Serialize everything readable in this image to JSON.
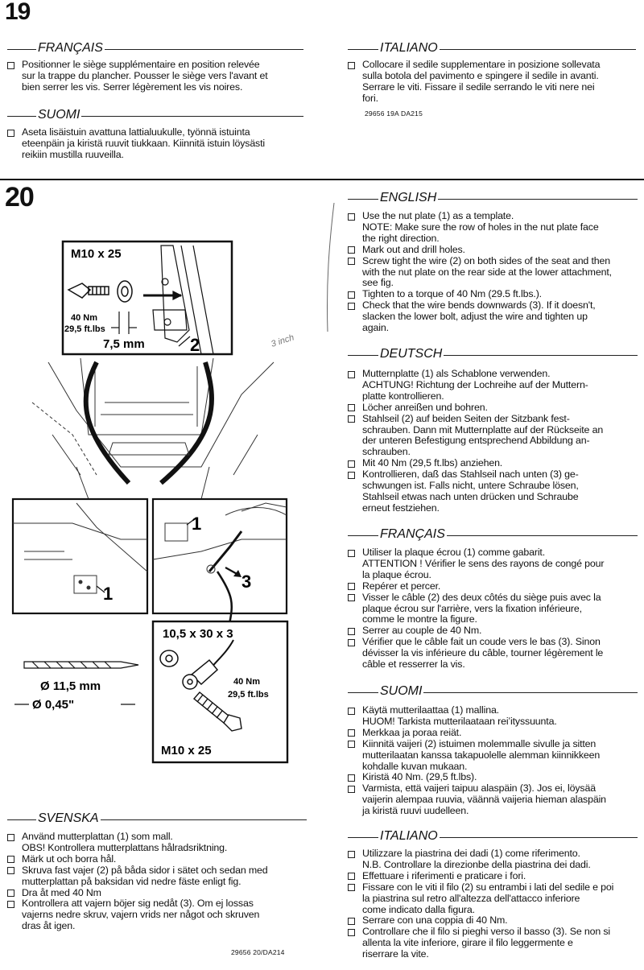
{
  "step19": {
    "number": "19",
    "francais": {
      "lang": "FRANÇAIS",
      "items": [
        {
          "lines": [
            "Positionner le siège supplémentaire en position relevée",
            "sur la trappe du plancher. Pousser le siège vers l'avant et",
            "bien serrer les vis. Serrer légèrement les vis noires."
          ]
        }
      ]
    },
    "suomi": {
      "lang": "SUOMI",
      "items": [
        {
          "lines": [
            "Aseta lisäistuin avattuna lattialuukulle, työnnä istuinta",
            "eteenpäin ja kiristä ruuvit tiukkaan. Kiinnitä istuin löysästi",
            "reikiin mustilla ruuveilla."
          ]
        }
      ]
    },
    "italiano": {
      "lang": "ITALIANO",
      "items": [
        {
          "lines": [
            "Collocare il sedile supplementare in posizione sollevata",
            "sulla botola del pavimento e spingere il sedile in avanti.",
            "Serrare le viti. Fissare il sedile serrando le viti nere nei",
            "fori."
          ]
        }
      ]
    },
    "ref": "29656 19A DA215"
  },
  "step20": {
    "number": "20",
    "figure": {
      "bolt_top": "M10 x 25",
      "torque_nm": "40 Nm",
      "torque_ftlbs": "29,5 ft.lbs",
      "gap": "7,5 mm",
      "callout_2": "2",
      "callout_1a": "1",
      "callout_1b": "1",
      "callout_3": "3",
      "drill_mm": "Ø 11,5 mm",
      "drill_in": "Ø 0,45\"",
      "washer": "10,5 x 30 x 3",
      "torque2_nm": "40 Nm",
      "torque2_ftlbs": "29,5 ft.lbs",
      "bolt_bottom": "M10 x 25"
    },
    "handwriting": "3 inch",
    "english": {
      "lang": "ENGLISH",
      "items": [
        {
          "lines": [
            "Use the nut plate (1) as a template.",
            "NOTE: Make sure the row of holes in the nut plate face",
            "the right direction."
          ]
        },
        {
          "lines": [
            "Mark out and drill holes."
          ]
        },
        {
          "lines": [
            "Screw tight the wire (2) on both sides of the seat and then",
            "with the nut plate on the rear side at the lower attachment,",
            "see fig."
          ]
        },
        {
          "lines": [
            "Tighten to a torque of 40 Nm (29.5 ft.lbs.)."
          ]
        },
        {
          "lines": [
            "Check that the wire bends downwards (3). If it doesn't,",
            "slacken the lower bolt, adjust the wire and tighten up",
            "again."
          ]
        }
      ]
    },
    "deutsch": {
      "lang": "DEUTSCH",
      "items": [
        {
          "lines": [
            "Mutternplatte (1) als Schablone verwenden.",
            "ACHTUNG! Richtung der Lochreihe auf der Muttern-",
            "platte kontrollieren."
          ]
        },
        {
          "lines": [
            "Löcher anreißen und bohren."
          ]
        },
        {
          "lines": [
            "Stahlseil (2) auf beiden Seiten der Sitzbank fest-",
            "schrauben. Dann mit Mutternplatte auf der Rückseite an",
            "der unteren Befestigung entsprechend Abbildung an-",
            "schrauben."
          ]
        },
        {
          "lines": [
            "Mit 40 Nm (29,5 ft.lbs) anziehen."
          ]
        },
        {
          "lines": [
            "Kontrollieren, daß das Stahlseil nach unten (3) ge-",
            "schwungen ist. Falls nicht, untere Schraube lösen,",
            "Stahlseil etwas nach unten drücken und Schraube",
            "erneut festziehen."
          ]
        }
      ]
    },
    "francais": {
      "lang": "FRANÇAIS",
      "items": [
        {
          "lines": [
            "Utiliser la plaque écrou (1) comme gabarit.",
            "ATTENTION ! Vérifier le sens des rayons de congé pour",
            "la plaque écrou."
          ]
        },
        {
          "lines": [
            "Repérer et percer."
          ]
        },
        {
          "lines": [
            "Visser le câble (2) des deux côtés du siège puis avec la",
            "plaque écrou sur l'arrière, vers la fixation inférieure,",
            "comme le montre la figure."
          ]
        },
        {
          "lines": [
            "Serrer au couple de 40 Nm."
          ]
        },
        {
          "lines": [
            "Vérifier que le câble fait un coude vers le bas (3). Sinon",
            "dévisser la vis inférieure du câble, tourner légèrement le",
            "câble et resserrer la vis."
          ]
        }
      ]
    },
    "suomi": {
      "lang": "SUOMI",
      "items": [
        {
          "lines": [
            "Käytä mutterilaattaa (1) mallina.",
            "HUOM! Tarkista mutterilaataan reiʼityssuunta."
          ]
        },
        {
          "lines": [
            "Merkkaa ja poraa reiät."
          ]
        },
        {
          "lines": [
            "Kiinnitä vaijeri (2) istuimen molemmalle sivulle ja sitten",
            "mutterilaatan kanssa takapuolelle alemman kiinnikkeen",
            "kohdalle kuvan mukaan."
          ]
        },
        {
          "lines": [
            "Kiristä 40 Nm. (29,5 ft.lbs)."
          ]
        },
        {
          "lines": [
            "Varmista, että vaijeri taipuu alaspäin (3). Jos ei, löysää",
            "vaijerin alempaa ruuvia, väännä vaijeria hieman alaspäin",
            "ja kiristä ruuvi uudelleen."
          ]
        }
      ]
    },
    "italiano": {
      "lang": "ITALIANO",
      "items": [
        {
          "lines": [
            "Utilizzare la piastrina dei dadi (1) come riferimento.",
            "N.B. Controllare la direzionbe della piastrina dei dadi."
          ]
        },
        {
          "lines": [
            "Effettuare i riferimenti e praticare i fori."
          ]
        },
        {
          "lines": [
            "Fissare con le viti il filo (2) su entrambi i lati del sedile e poi",
            "la piastrina sul retro all'altezza dell'attacco inferiore",
            "come indicato dalla figura."
          ]
        },
        {
          "lines": [
            "Serrare con una coppia di 40 Nm."
          ]
        },
        {
          "lines": [
            "Controllare che il filo si pieghi verso il basso (3). Se non si",
            "allenta la vite inferiore, girare il filo leggermente e",
            "riserrare la vite."
          ]
        }
      ]
    },
    "svenska": {
      "lang": "SVENSKA",
      "items": [
        {
          "lines": [
            "Använd mutterplattan (1) som mall.",
            "OBS! Kontrollera mutterplattans hålradsriktning."
          ]
        },
        {
          "lines": [
            "Märk ut och borra hål."
          ]
        },
        {
          "lines": [
            "Skruva fast vajer (2) på båda sidor i sätet och sedan med",
            "mutterplattan på baksidan vid nedre fäste enligt fig."
          ]
        },
        {
          "lines": [
            "Dra åt med 40 Nm"
          ]
        },
        {
          "lines": [
            "Kontrollera att vajern böjer sig nedåt (3). Om ej lossas",
            "vajerns nedre skruv, vajern vrids ner något och skruven",
            "dras åt igen."
          ]
        }
      ]
    },
    "ref": "29656 20/DA214"
  }
}
